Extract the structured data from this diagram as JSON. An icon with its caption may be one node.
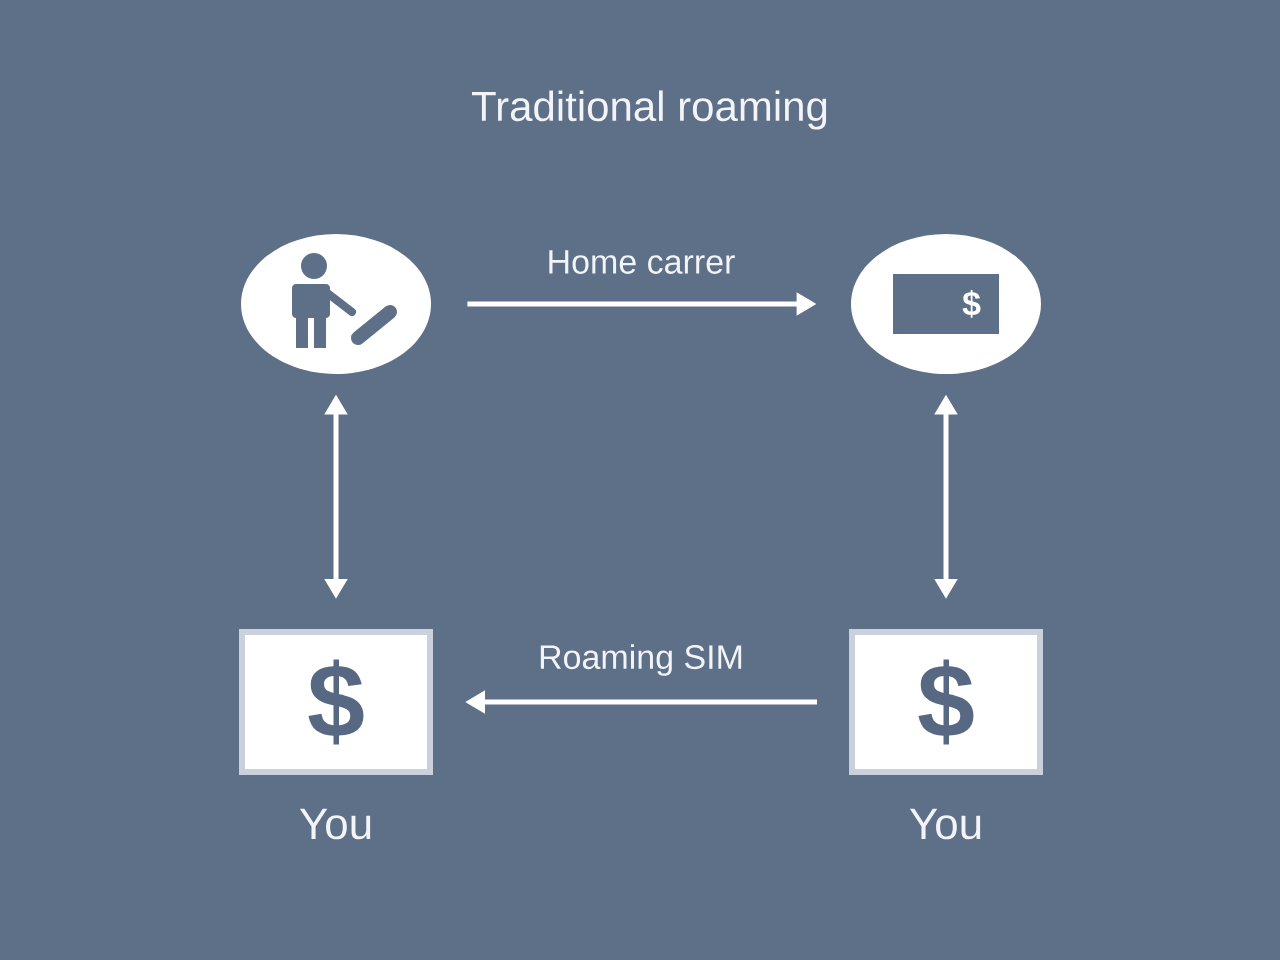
{
  "diagram": {
    "title": "Traditional roaming",
    "nodes": [
      {
        "text": [],
        "shape": "circle"
      },
      {
        "text": [
          "$"
        ]
      },
      {
        "text": [
          "$"
        ],
        "beside": [
          "You"
        ]
      },
      {
        "text": [
          "$"
        ],
        "beside": [
          "You"
        ]
      }
    ],
    "edges": [
      {
        "from": 0,
        "to": 1,
        "arrow": "to",
        "label": "Home carrer"
      },
      {
        "from": 0,
        "to": 2,
        "arrow": "both"
      },
      {
        "from": 1,
        "to": 3,
        "arrow": "both"
      },
      {
        "from": 3,
        "to": 2,
        "arrow": "to",
        "label": "Roaming SIM"
      }
    ]
  }
}
